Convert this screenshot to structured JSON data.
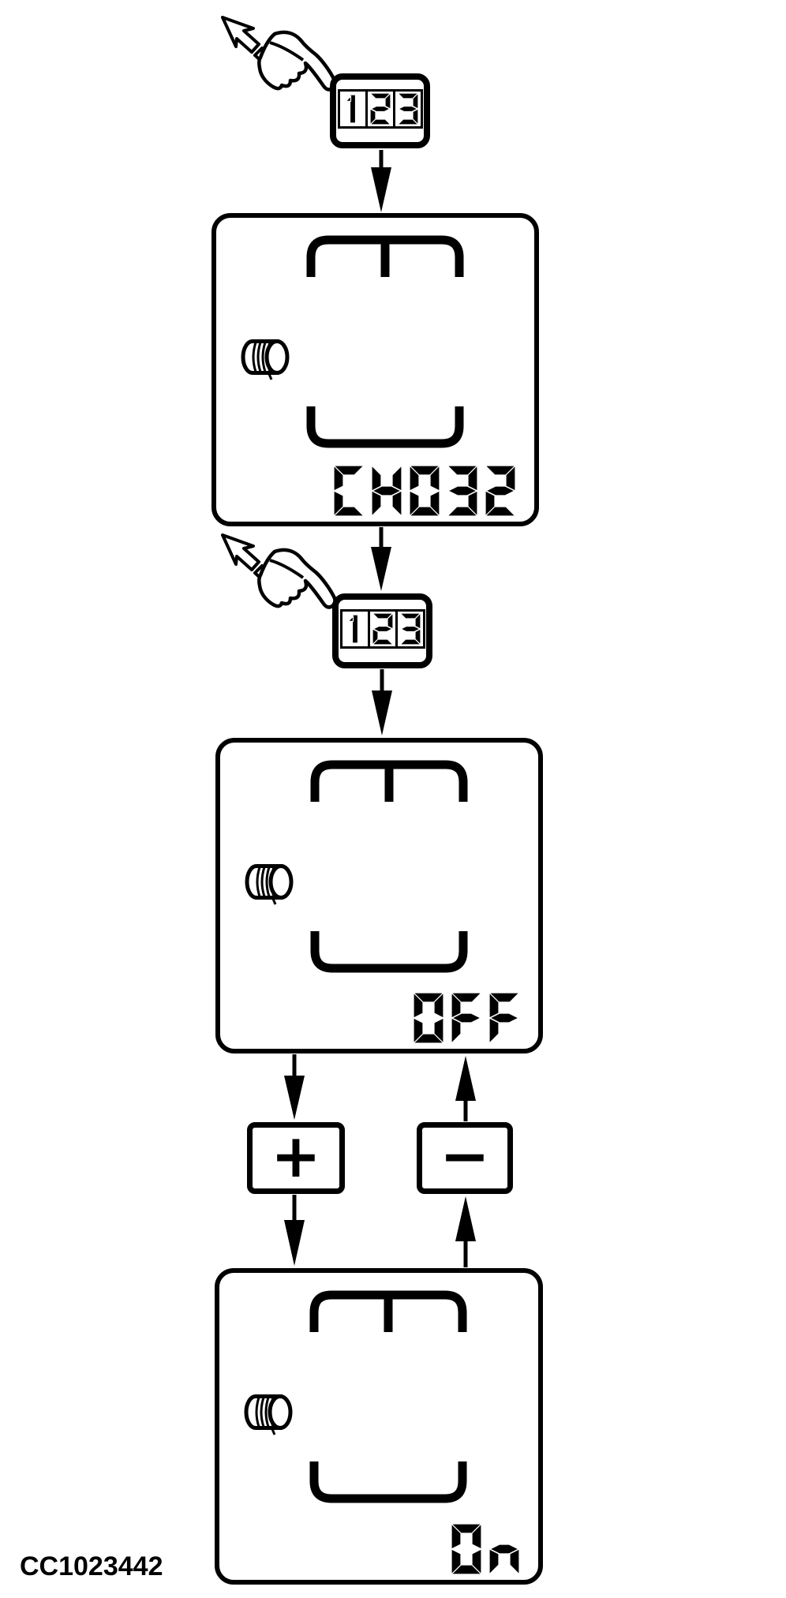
{
  "page": {
    "caption": "CC1023442",
    "background": "#ffffff",
    "ink": "#000000"
  },
  "buttons": {
    "channel_select_top": {
      "label": "123",
      "style": "segmented-digit-key"
    },
    "channel_select_mid": {
      "label": "123",
      "style": "segmented-digit-key"
    },
    "increase": {
      "label": "+"
    },
    "decrease": {
      "label": "−"
    }
  },
  "displays": [
    {
      "name": "channel-display",
      "value": "CH032",
      "icons": [
        "bale-chamber",
        "twine-roll"
      ]
    },
    {
      "name": "state-off-display",
      "value": "OFF",
      "icons": [
        "bale-chamber",
        "twine-roll"
      ]
    },
    {
      "name": "state-on-display",
      "value": "On",
      "icons": [
        "bale-chamber",
        "twine-roll"
      ]
    }
  ],
  "icons": {
    "hand_press": "hand-pressing-with-cursor-arrow",
    "bale": "bale-chamber-outline",
    "roll": "twine-roll-cylinder"
  }
}
